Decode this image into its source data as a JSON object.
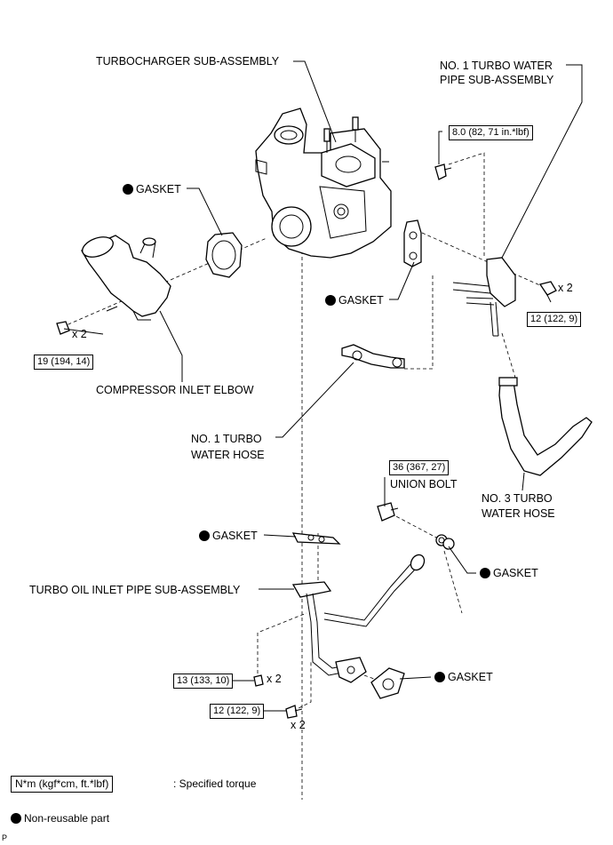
{
  "labels": {
    "turbocharger": "TURBOCHARGER SUB-ASSEMBLY",
    "water_pipe_l1": "NO. 1 TURBO WATER",
    "water_pipe_l2": "PIPE SUB-ASSEMBLY",
    "gasket": "GASKET",
    "compressor_elbow": "COMPRESSOR INLET ELBOW",
    "water_hose1_l1": "NO. 1 TURBO",
    "water_hose1_l2": "WATER HOSE",
    "water_hose3_l1": "NO. 3 TURBO",
    "water_hose3_l2": "WATER HOSE",
    "union_bolt": "UNION BOLT",
    "oil_pipe": "TURBO OIL INLET PIPE SUB-ASSEMBLY"
  },
  "torques": {
    "water_pipe_bolt": "8.0 (82, 71 in.*lbf)",
    "water_pipe_nut": "12 (122, 9)",
    "elbow_nut": "19 (194, 14)",
    "union_bolt": "36 (367, 27)",
    "oil_pipe_nut": "13 (133, 10)",
    "oil_pipe_bolt": "12 (122, 9)"
  },
  "multipliers": {
    "x2": "x 2"
  },
  "legend": {
    "torque_box": "N*m (kgf*cm, ft.*lbf)",
    "torque_desc": ": Specified torque",
    "nonreusable": "Non-reusable part"
  },
  "figure_id": "P"
}
